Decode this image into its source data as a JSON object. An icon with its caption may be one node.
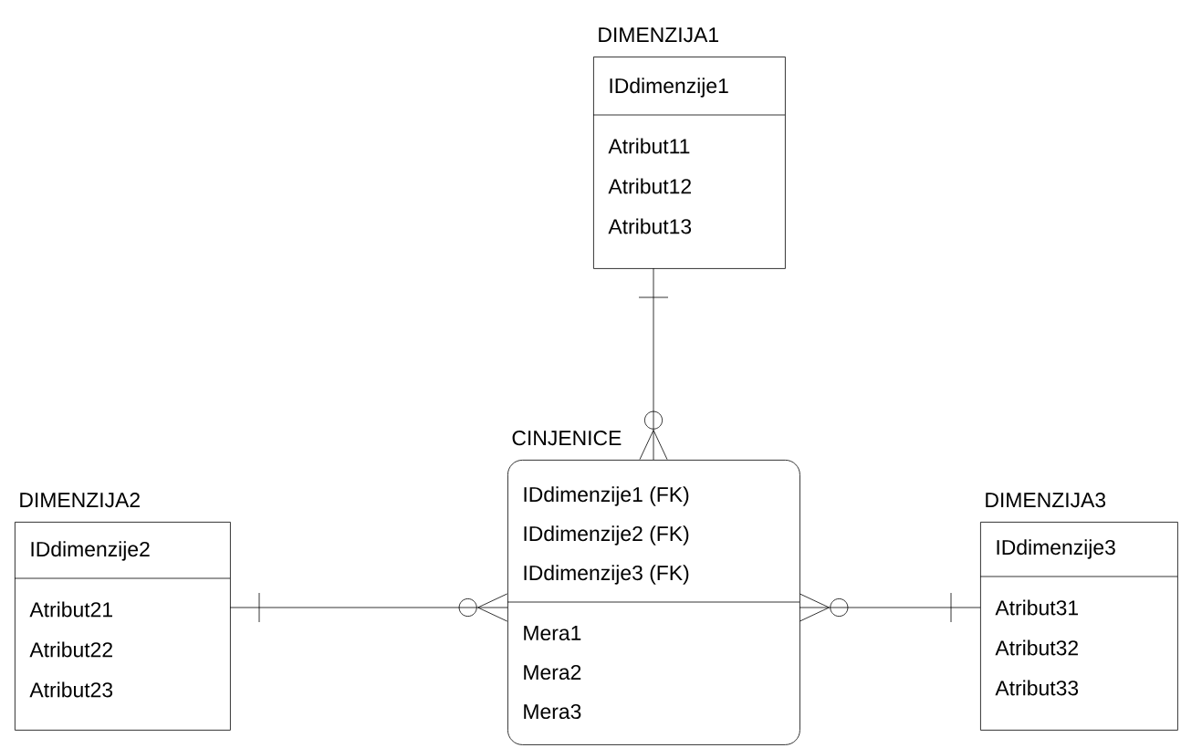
{
  "diagram": {
    "nodes": [
      {
        "text": [
          "DIMENZIJA1",
          "IDdimenzije1",
          "Atribut11",
          "Atribut12",
          "Atribut13"
        ]
      },
      {
        "text": [
          "DIMENZIJA2",
          "IDdimenzije2",
          "Atribut21",
          "Atribut22",
          "Atribut23"
        ]
      },
      {
        "text": [
          "CINJENICE",
          "IDdimenzije1 (FK)",
          "IDdimenzije2 (FK)",
          "IDdimenzije3 (FK)",
          "Mera1",
          "Mera2",
          "Mera3"
        ]
      },
      {
        "text": [
          "DIMENZIJA3",
          "IDdimenzije3",
          "Atribut31",
          "Atribut32",
          "Atribut33"
        ]
      }
    ],
    "edges": [
      {
        "from": 0,
        "to": 2,
        "arrow": "other"
      },
      {
        "from": 1,
        "to": 2,
        "arrow": "other"
      },
      {
        "from": 3,
        "to": 2,
        "arrow": "other"
      }
    ]
  }
}
